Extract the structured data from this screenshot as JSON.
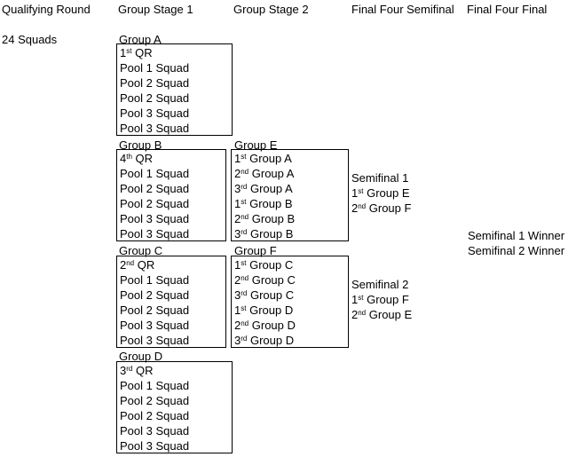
{
  "colors": {
    "background": "#ffffff",
    "text": "#000000",
    "border": "#000000"
  },
  "columns": [
    {
      "label": "Qualifying Round"
    },
    {
      "label": "Group Stage 1"
    },
    {
      "label": "Group Stage 2"
    },
    {
      "label": "Final Four Semifinal"
    },
    {
      "label": "Final Four Final"
    }
  ],
  "qualifying_round": {
    "squads": "24 Squads"
  },
  "groups": [
    {
      "id": "A",
      "name": "Group A",
      "rows": [
        {
          "pre": "1",
          "sup": "st",
          "post": " QR"
        },
        {
          "pre": "Pool 1 Squad",
          "sup": "",
          "post": ""
        },
        {
          "pre": "Pool 2 Squad",
          "sup": "",
          "post": ""
        },
        {
          "pre": "Pool 2 Squad",
          "sup": "",
          "post": ""
        },
        {
          "pre": "Pool 3 Squad",
          "sup": "",
          "post": ""
        },
        {
          "pre": "Pool 3 Squad",
          "sup": "",
          "post": ""
        }
      ]
    },
    {
      "id": "B",
      "name": "Group B",
      "rows": [
        {
          "pre": "4",
          "sup": "th",
          "post": " QR"
        },
        {
          "pre": "Pool 1 Squad",
          "sup": "",
          "post": ""
        },
        {
          "pre": "Pool 2 Squad",
          "sup": "",
          "post": ""
        },
        {
          "pre": "Pool 2 Squad",
          "sup": "",
          "post": ""
        },
        {
          "pre": "Pool 3 Squad",
          "sup": "",
          "post": ""
        },
        {
          "pre": "Pool 3 Squad",
          "sup": "",
          "post": ""
        }
      ]
    },
    {
      "id": "C",
      "name": "Group C",
      "rows": [
        {
          "pre": "2",
          "sup": "nd",
          "post": " QR"
        },
        {
          "pre": "Pool 1 Squad",
          "sup": "",
          "post": ""
        },
        {
          "pre": "Pool 2 Squad",
          "sup": "",
          "post": ""
        },
        {
          "pre": "Pool 2 Squad",
          "sup": "",
          "post": ""
        },
        {
          "pre": "Pool 3 Squad",
          "sup": "",
          "post": ""
        },
        {
          "pre": "Pool 3 Squad",
          "sup": "",
          "post": ""
        }
      ]
    },
    {
      "id": "D",
      "name": "Group D",
      "rows": [
        {
          "pre": "3",
          "sup": "rd",
          "post": " QR"
        },
        {
          "pre": "Pool 1 Squad",
          "sup": "",
          "post": ""
        },
        {
          "pre": "Pool 2 Squad",
          "sup": "",
          "post": ""
        },
        {
          "pre": "Pool 2 Squad",
          "sup": "",
          "post": ""
        },
        {
          "pre": "Pool 3 Squad",
          "sup": "",
          "post": ""
        },
        {
          "pre": "Pool 3 Squad",
          "sup": "",
          "post": ""
        }
      ]
    },
    {
      "id": "E",
      "name": "Group E",
      "rows": [
        {
          "pre": "1",
          "sup": "st",
          "post": " Group A"
        },
        {
          "pre": "2",
          "sup": "nd",
          "post": " Group A"
        },
        {
          "pre": "3",
          "sup": "rd",
          "post": " Group A"
        },
        {
          "pre": "1",
          "sup": "st",
          "post": " Group B"
        },
        {
          "pre": "2",
          "sup": "nd",
          "post": " Group B"
        },
        {
          "pre": "3",
          "sup": "rd",
          "post": " Group B"
        }
      ]
    },
    {
      "id": "F",
      "name": "Group F",
      "rows": [
        {
          "pre": "1",
          "sup": "st",
          "post": " Group C"
        },
        {
          "pre": "2",
          "sup": "nd",
          "post": " Group C"
        },
        {
          "pre": "3",
          "sup": "rd",
          "post": " Group C"
        },
        {
          "pre": "1",
          "sup": "st",
          "post": " Group D"
        },
        {
          "pre": "2",
          "sup": "nd",
          "post": " Group D"
        },
        {
          "pre": "3",
          "sup": "rd",
          "post": " Group D"
        }
      ]
    }
  ],
  "semifinals": [
    {
      "rows": [
        {
          "pre": "Semifinal 1",
          "sup": "",
          "post": ""
        },
        {
          "pre": "1",
          "sup": "st",
          "post": " Group E"
        },
        {
          "pre": "2",
          "sup": "nd",
          "post": " Group F"
        }
      ]
    },
    {
      "rows": [
        {
          "pre": "Semifinal 2",
          "sup": "",
          "post": ""
        },
        {
          "pre": "1",
          "sup": "st",
          "post": " Group F"
        },
        {
          "pre": "2",
          "sup": "nd",
          "post": " Group E"
        }
      ]
    }
  ],
  "final": {
    "rows": [
      {
        "pre": "Semifinal 1 Winner",
        "sup": "",
        "post": ""
      },
      {
        "pre": "Semifinal 2 Winner",
        "sup": "",
        "post": ""
      }
    ]
  }
}
